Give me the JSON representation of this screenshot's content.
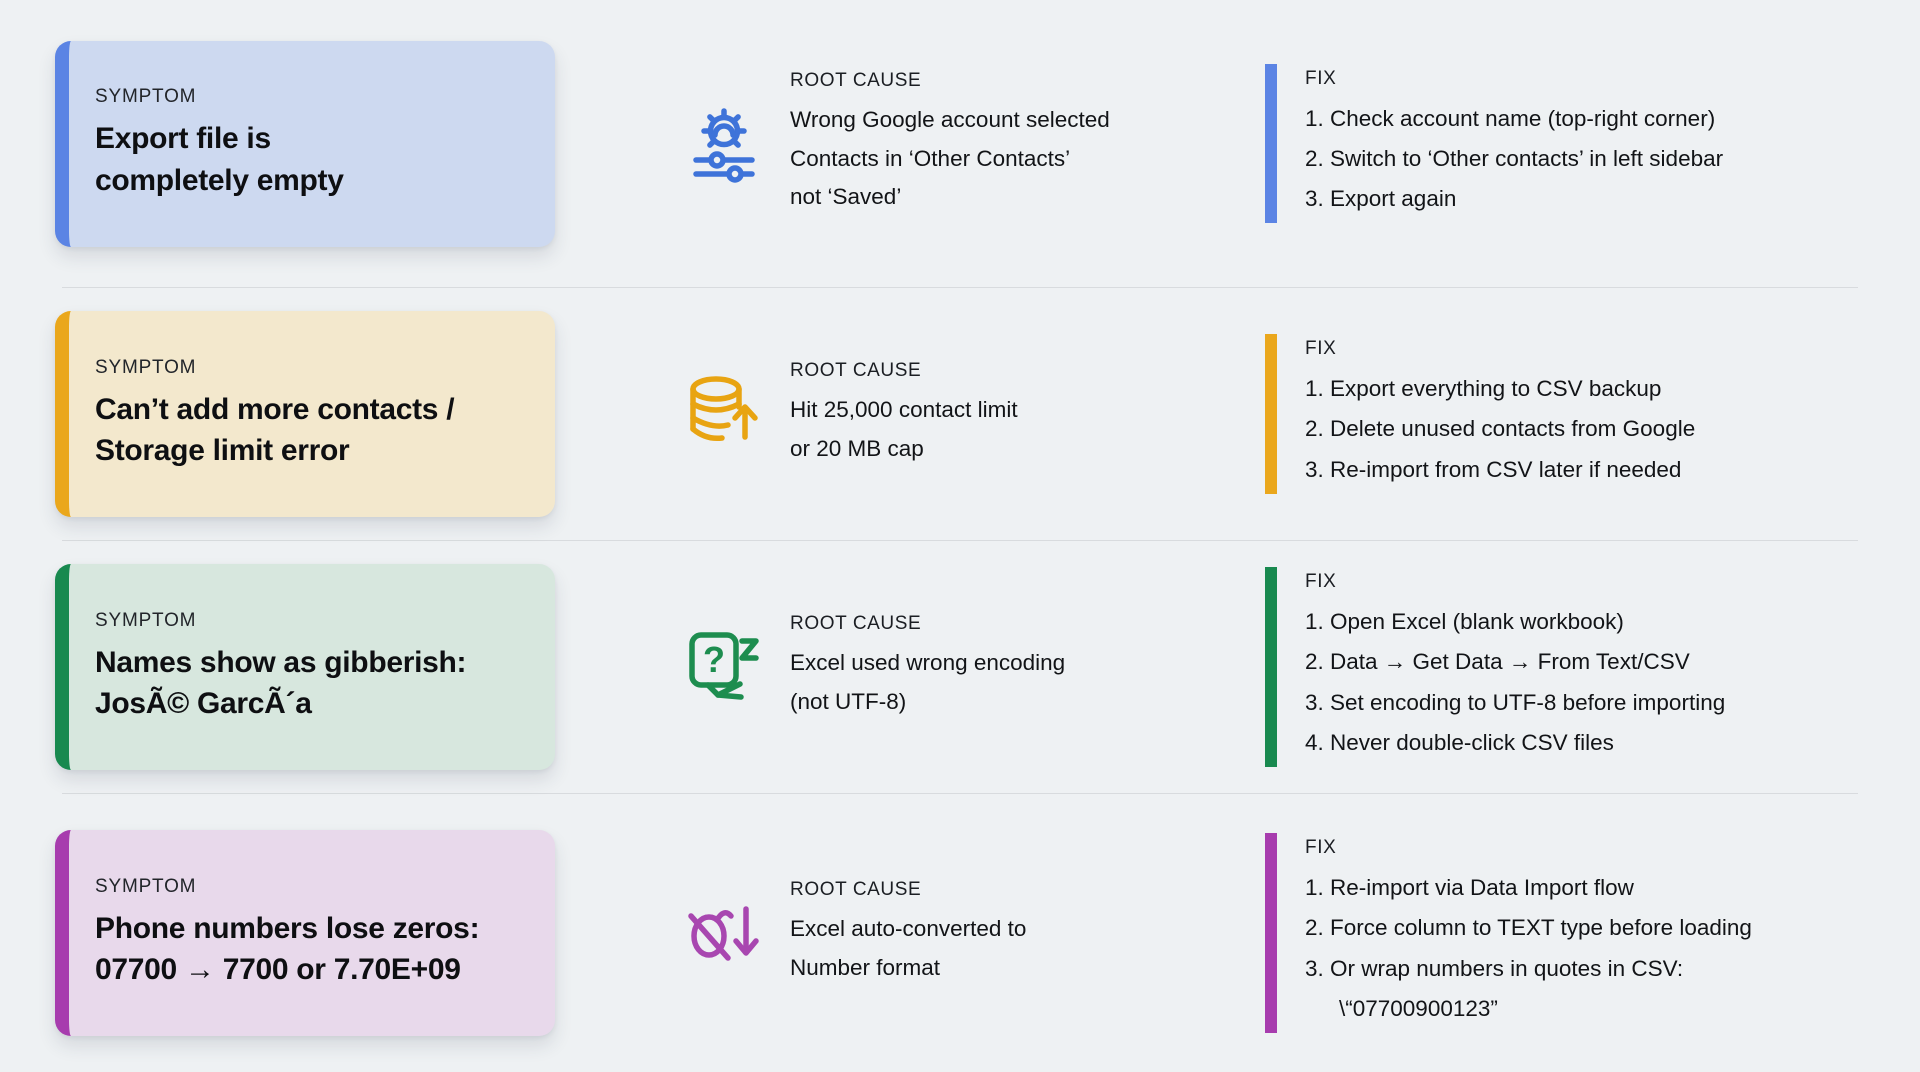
{
  "labels": {
    "symptom": "SYMPTOM",
    "root_cause": "ROOT CAUSE",
    "fix": "FIX"
  },
  "page": {
    "background_color": "#eef1f3",
    "divider_color": "#d8dbde"
  },
  "rows": [
    {
      "symptom_title": "Export file is\ncompletely empty",
      "root_cause": "Wrong Google account selected\nContacts in ‘Other Contacts’\nnot ‘Saved’",
      "fix_steps": [
        "1. Check account name (top-right corner)",
        "2. Switch to ‘Other contacts’ in left sidebar",
        "3. Export again"
      ],
      "icon": "settings-gear-sliders-icon",
      "accent_color": "#5b84e4",
      "card_bg": "#cdd9f0",
      "icon_color": "#3e73d9"
    },
    {
      "symptom_title": "Can’t add more contacts /\nStorage limit error",
      "root_cause": "Hit 25,000 contact limit\nor 20 MB cap",
      "fix_steps": [
        "1. Export everything to CSV backup",
        "2. Delete unused contacts from Google",
        "3. Re-import from CSV later if needed"
      ],
      "icon": "database-limit-icon",
      "accent_color": "#eaa71c",
      "card_bg": "#f3e8cd",
      "icon_color": "#e8a412"
    },
    {
      "symptom_title": "Names show as gibberish:\nJosÃ© GarcÃ´a",
      "root_cause": "Excel used wrong encoding\n(not UTF-8)",
      "fix_steps": [
        "1. Open Excel (blank workbook)",
        "2. Data → Get Data → From Text/CSV",
        "3. Set encoding to UTF-8 before importing",
        "4. Never double-click CSV files"
      ],
      "icon": "encoding-question-icon",
      "accent_color": "#18894f",
      "card_bg": "#d7e7de",
      "icon_color": "#1d8d4f"
    },
    {
      "symptom_title": "Phone numbers lose zeros:\n07700 → 7700 or 7.70E+09",
      "root_cause": "Excel auto-converted to\nNumber format",
      "fix_steps": [
        "1. Re-import via Data Import flow",
        "2. Force column to TEXT type before loading",
        "3. Or wrap numbers in quotes in CSV:",
        "\\“07700900123”"
      ],
      "icon": "leading-zero-loss-icon",
      "accent_color": "#a73cae",
      "card_bg": "#e8d9eb",
      "icon_color": "#a847b0"
    }
  ]
}
